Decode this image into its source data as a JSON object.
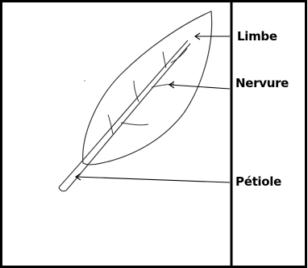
{
  "labels": {
    "limbe": "Limbe",
    "nervure": "Nervure",
    "petiole": "Pétiole"
  }
}
